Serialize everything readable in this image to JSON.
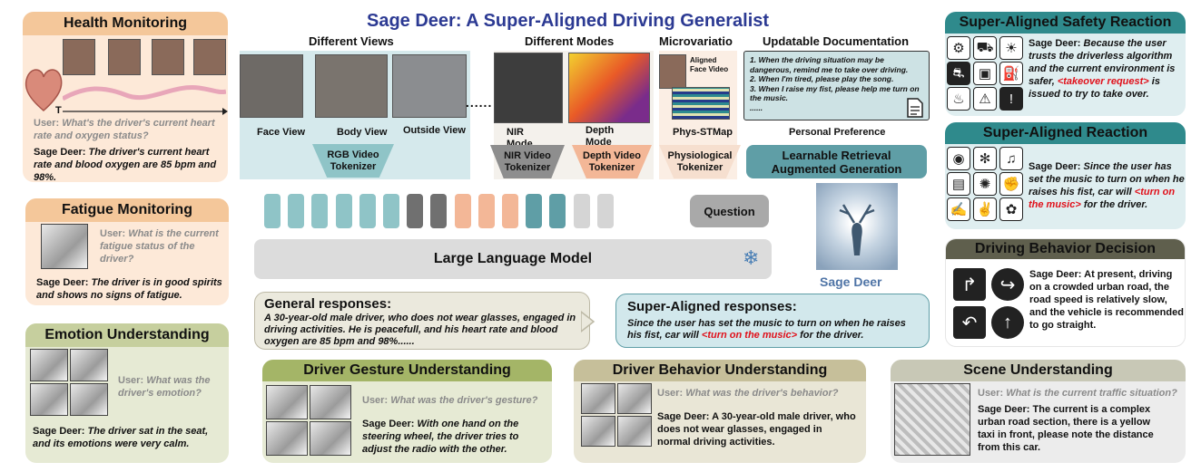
{
  "title": "Sage Deer: A Super-Aligned Driving Generalist",
  "health": {
    "title": "Health Monitoring",
    "axis": "T",
    "user_label": "User:",
    "question": "What's the driver's current heart rate and oxygen status?",
    "sage_label": "Sage Deer:",
    "answer": "The driver's current heart rate and blood oxygen are 85 bpm and 98%."
  },
  "fatigue": {
    "title": "Fatigue Monitoring",
    "user_label": "User:",
    "question": "What is the current fatigue status of the driver?",
    "sage_label": "Sage Deer:",
    "answer": "The driver is in good spirits and shows no signs of fatigue."
  },
  "emotion": {
    "title": "Emotion Understanding",
    "user_label": "User:",
    "question": "What was the driver's emotion?",
    "sage_label": "Sage Deer:",
    "answer": "The driver sat in the seat, and its emotions were very calm."
  },
  "views": {
    "header": "Different Views",
    "face": "Face View",
    "body": "Body View",
    "outside": "Outside View",
    "tokenizer": "RGB Video Tokenizer"
  },
  "modes": {
    "header": "Different Modes",
    "nir": "NIR Mode",
    "depth": "Depth Mode",
    "nir_tokenizer": "NIR Video Tokenizer",
    "depth_tokenizer": "Depth Video Tokenizer"
  },
  "micro": {
    "header": "Microvariatio",
    "aligned": "Aligned Face Video",
    "stmap": "Phys-STMap",
    "tokenizer": "Physiological Tokenizer"
  },
  "docs": {
    "header": "Updatable Documentation",
    "line1": "1. When the driving situation may be dangerous, remind me to take over driving.",
    "line2": "2. When I'm tired, please play the song.",
    "line3": "3. When I raise my fist, please help me turn on the music.",
    "line4": "......",
    "caption": "Personal Preference",
    "rag": "Learnable Retrieval Augmented Generation"
  },
  "tokens": {
    "colors": [
      "#8fc4c7",
      "#8fc4c7",
      "#8fc4c7",
      "#8fc4c7",
      "#8fc4c7",
      "#8fc4c7",
      "#707070",
      "#707070",
      "#f3b797",
      "#f3b797",
      "#f3b797",
      "#5f9ea6",
      "#5f9ea6",
      "#d5d5d5",
      "#d5d5d5"
    ],
    "question": "Question"
  },
  "llm": {
    "label": "Large Language Model"
  },
  "deer": {
    "label": "Sage Deer"
  },
  "general": {
    "title": "General responses:",
    "text": "A 30-year-old male driver, who does not wear glasses, engaged in driving activities. He is peacefull, and his heart rate and blood oxygen are 85 bpm and 98%......"
  },
  "super": {
    "title": "Super-Aligned responses:",
    "text_pre": "Since the user has set the music to turn on when he raises his fist, car will ",
    "text_red": "<turn on the music>",
    "text_post": " for the driver."
  },
  "gesture": {
    "title": "Driver Gesture Understanding",
    "user_label": "User:",
    "question": "What was the driver's gesture?",
    "sage_label": "Sage Deer:",
    "answer": "With one hand on the steering wheel, the driver tries to adjust the radio with the other."
  },
  "behavior": {
    "title": "Driver Behavior Understanding",
    "user_label": "User:",
    "question": "What was the driver's behavior?",
    "sage_label": "Sage Deer:",
    "answer": "A 30-year-old male driver, who does not wear glasses, engaged in normal driving activities."
  },
  "scene": {
    "title": "Scene Understanding",
    "user_label": "User:",
    "question": "What is the current traffic situation?",
    "sage_label": "Sage Deer:",
    "answer": "The current is a complex urban road section, there is a yellow taxi in front, please note the distance from this car."
  },
  "safety": {
    "title": "Super-Aligned Safety Reaction",
    "sage_label": "Sage Deer:",
    "pre": "Because the user trusts the driverless algorithm and the current environment is safer, ",
    "red": "<takeover request>",
    "post": " is issued to try to take over."
  },
  "reaction": {
    "title": "Super-Aligned Reaction",
    "sage_label": "Sage Deer:",
    "pre": "Since the user has set the music to turn on when he raises his fist, car will ",
    "red": "<turn on the music>",
    "post": " for the driver."
  },
  "decision": {
    "title": "Driving Behavior Decision",
    "sage_label": "Sage Deer:",
    "answer": "At present, driving on a crowded urban road, the road speed is relatively slow, and the vehicle is recommended to go straight."
  },
  "colors": {
    "orange_head": "#f4c79a",
    "orange_body": "#fde9d8",
    "olive_head": "#a4b567",
    "olive_body": "#e6ead4",
    "tan_head": "#c6bf9a",
    "tan_body": "#e9e6d6",
    "grey_head": "#c8c8b6",
    "grey_body": "#ececec",
    "teal_head": "#2f8a8c",
    "teal_body": "#dfeef0",
    "dark_head": "#5f5f4d",
    "title": "#2c3a93"
  }
}
